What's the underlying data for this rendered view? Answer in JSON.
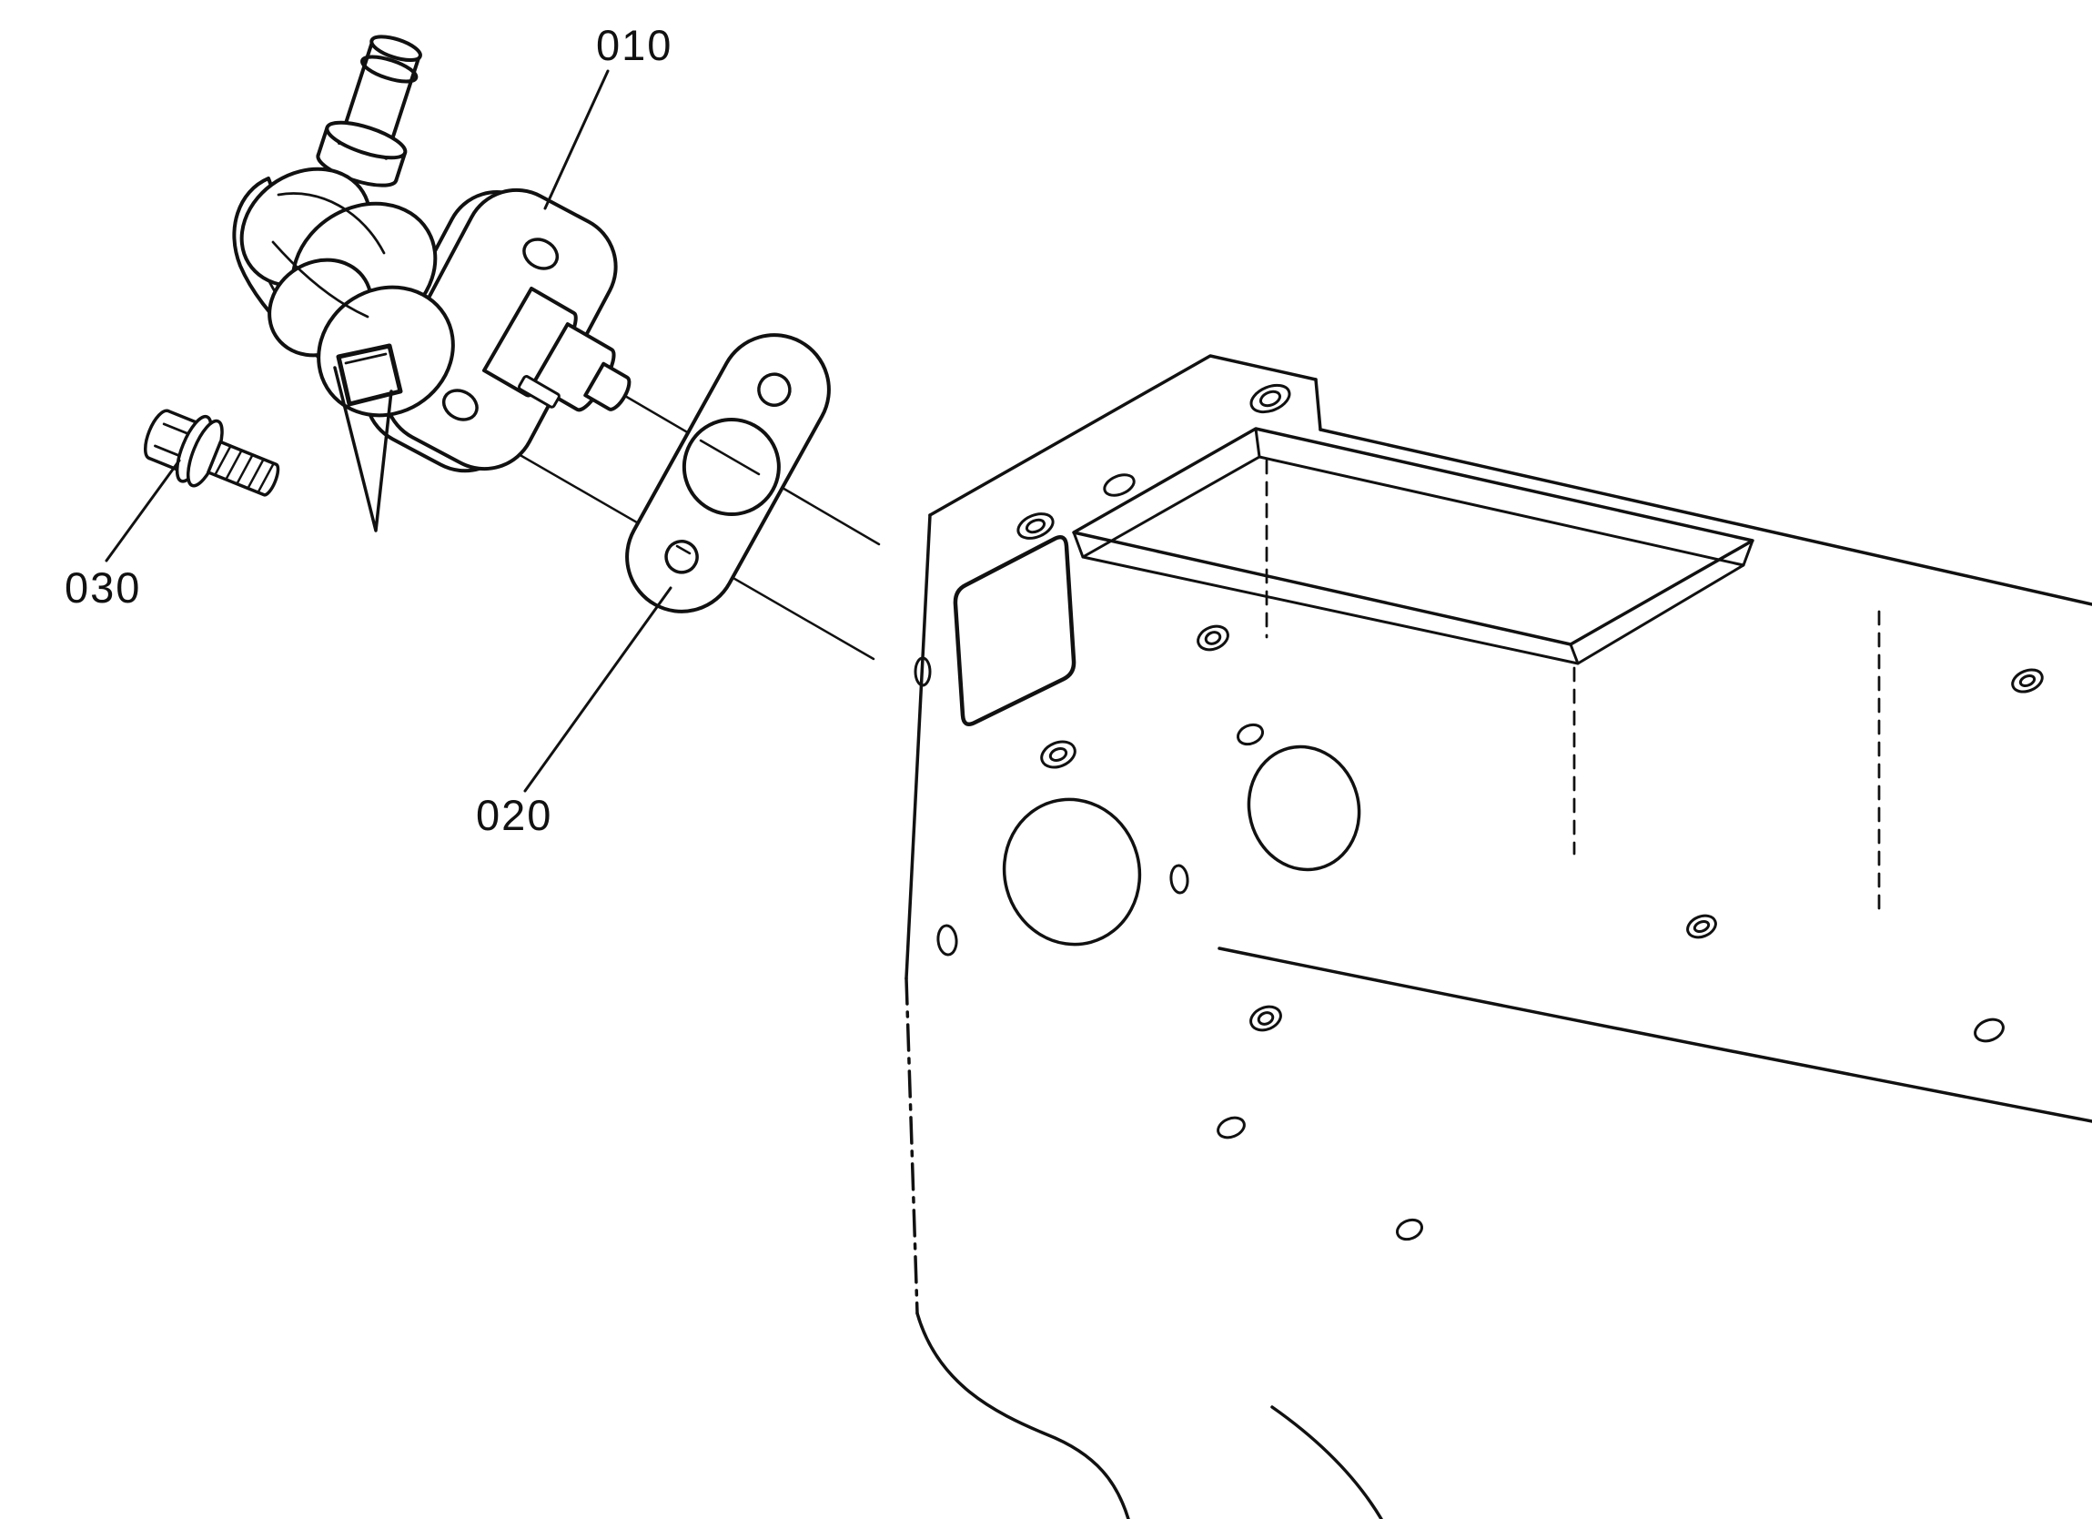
{
  "diagram": {
    "background": "#ffffff",
    "line_color": "#111111",
    "callouts": [
      {
        "label": "010"
      },
      {
        "label": "020"
      },
      {
        "label": "030"
      }
    ]
  }
}
